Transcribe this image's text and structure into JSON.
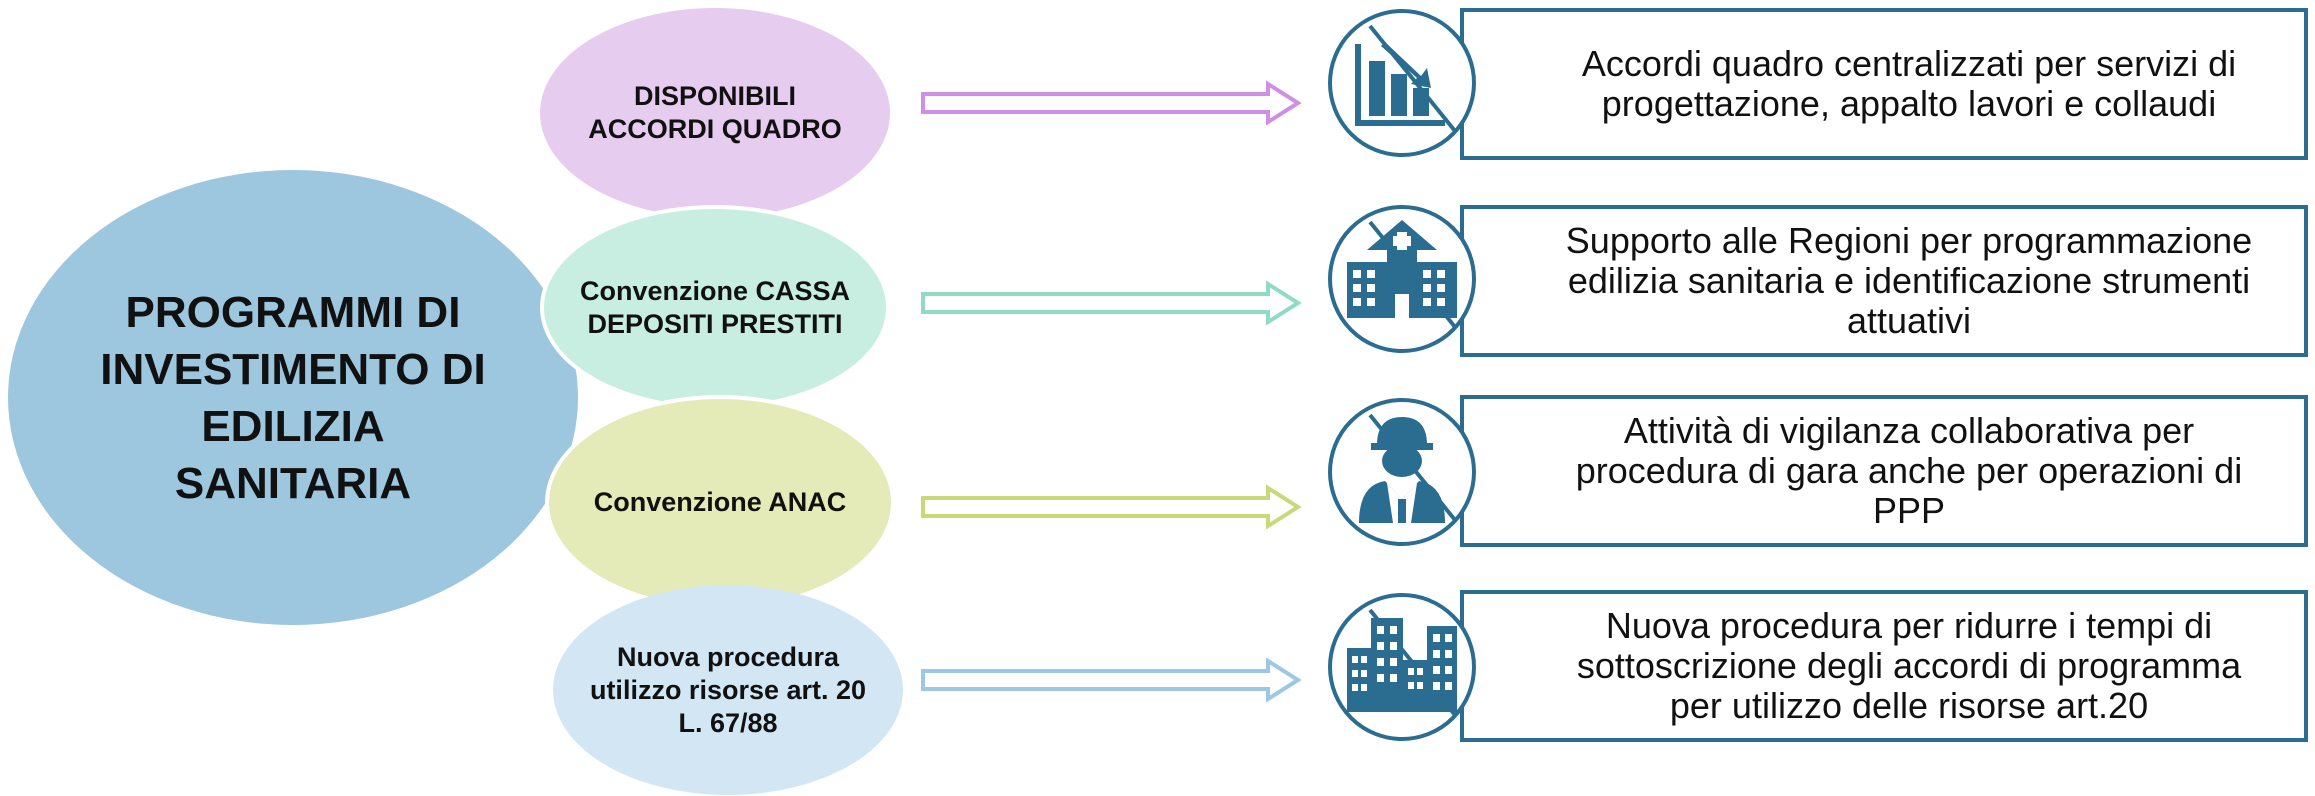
{
  "center": {
    "title": "PROGRAMMI DI INVESTIMENTO DI EDILIZIA SANITARIA"
  },
  "categories": [
    {
      "label": "DISPONIBILI ACCORDI QUADRO",
      "color": "#e6ccef",
      "arrow_color": "#cf8fe6"
    },
    {
      "label": "Convenzione CASSA DEPOSITI PRESTITI",
      "color": "#c7eee0",
      "arrow_color": "#8fdcc0"
    },
    {
      "label": "Convenzione ANAC",
      "color": "#e4ebb8",
      "arrow_color": "#c9d879"
    },
    {
      "label": "Nuova procedura utilizzo risorse art. 20 L. 67/88",
      "color": "#d2e6f4",
      "arrow_color": "#9cc8e6"
    }
  ],
  "descriptions": [
    {
      "text": "Accordi quadro centralizzati per servizi di progettazione, appalto lavori e collaudi",
      "icon": "declining-chart-icon"
    },
    {
      "text": "Supporto alle Regioni per programmazione edilizia sanitaria e identificazione strumenti attuativi",
      "icon": "hospital-icon"
    },
    {
      "text": "Attività di vigilanza collaborativa per procedura di gara anche per operazioni di PPP",
      "icon": "worker-icon"
    },
    {
      "text": "Nuova procedura per ridurre i tempi di sottoscrizione degli accordi di programma per utilizzo delle risorse art.20",
      "icon": "buildings-icon"
    }
  ],
  "accent_color": "#2a6d91"
}
